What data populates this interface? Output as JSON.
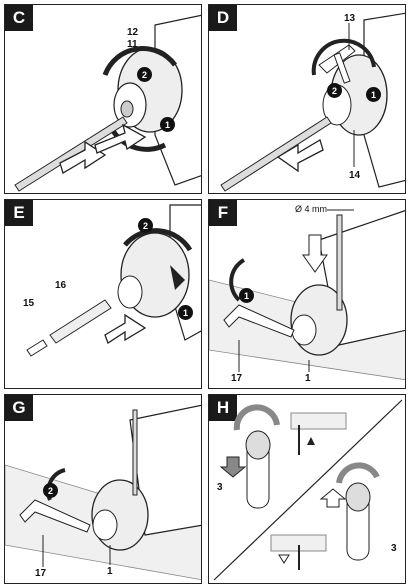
{
  "panels": {
    "c": {
      "letter": "C",
      "labels": {
        "n12": "12",
        "n11": "11"
      },
      "steps": {
        "s1": "1",
        "s2": "2"
      }
    },
    "d": {
      "letter": "D",
      "labels": {
        "n13": "13",
        "n14": "14"
      },
      "steps": {
        "s1": "1",
        "s2": "2"
      }
    },
    "e": {
      "letter": "E",
      "labels": {
        "n15": "15",
        "n16": "16"
      },
      "steps": {
        "s1": "1",
        "s2": "2"
      }
    },
    "f": {
      "letter": "F",
      "labels": {
        "n17": "17",
        "n1": "1",
        "diameter": "Ø 4 mm"
      },
      "steps": {
        "s1": "1"
      }
    },
    "g": {
      "letter": "G",
      "labels": {
        "n17": "17",
        "n1": "1"
      },
      "steps": {
        "s2": "2"
      }
    },
    "h": {
      "letter": "H",
      "labels": {
        "n3a": "3",
        "n3b": "3"
      }
    }
  }
}
